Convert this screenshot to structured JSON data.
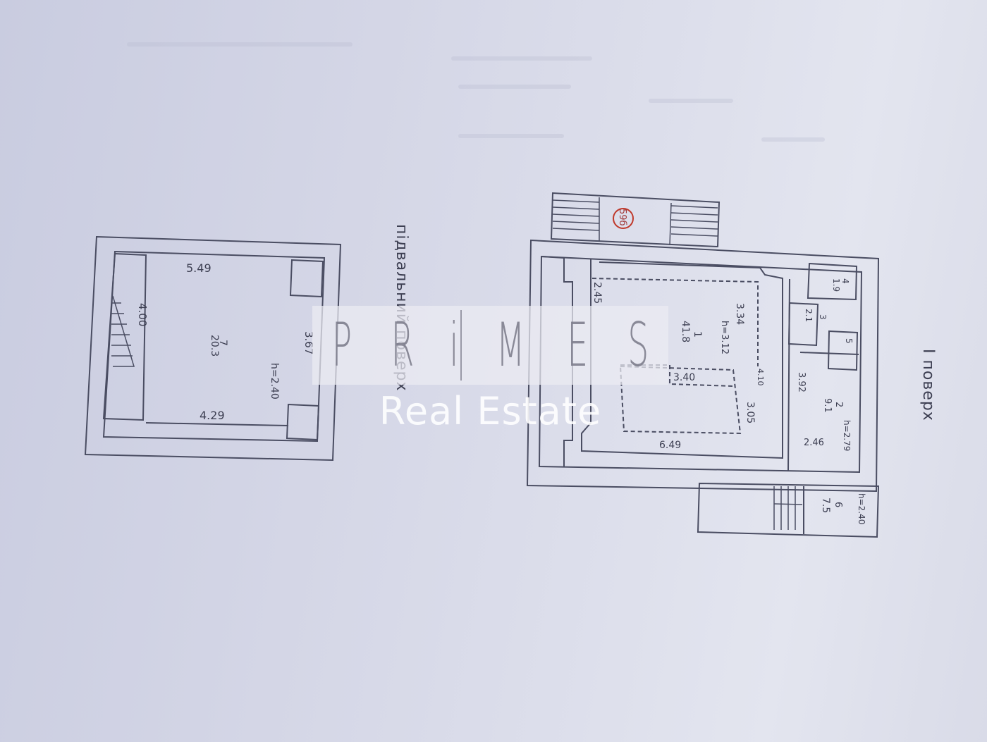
{
  "floor_labels": {
    "basement": "підвальний поверх",
    "first": "I поверх"
  },
  "basement": {
    "room_number": "7",
    "room_area": "20.3",
    "height": "h=2.40",
    "dim_top": "5.49",
    "dim_left": "4.00",
    "dim_right": "3.67",
    "dim_bottom": "4.29"
  },
  "first_floor": {
    "lot_number": "59б",
    "room1": {
      "number": "1",
      "area": "41.8",
      "height": "h=3.12",
      "dims": [
        "3.34",
        "2.45",
        "3.40",
        "3.05",
        "6.49",
        "4.10"
      ]
    },
    "room2": {
      "number": "2",
      "area": "9.1",
      "height": "h=2.79",
      "dims": [
        "3.92",
        "2.46"
      ]
    },
    "room3": {
      "number": "3",
      "area": "2.1"
    },
    "room4": {
      "number": "4",
      "area": "1.9"
    },
    "room5": {
      "number": "5"
    },
    "room6": {
      "number": "6",
      "area": "7.5",
      "height": "h=2.40"
    }
  },
  "watermark": {
    "letters": [
      "P",
      "R",
      "i",
      "M",
      "E",
      "S"
    ],
    "subtitle": "Real Estate"
  }
}
